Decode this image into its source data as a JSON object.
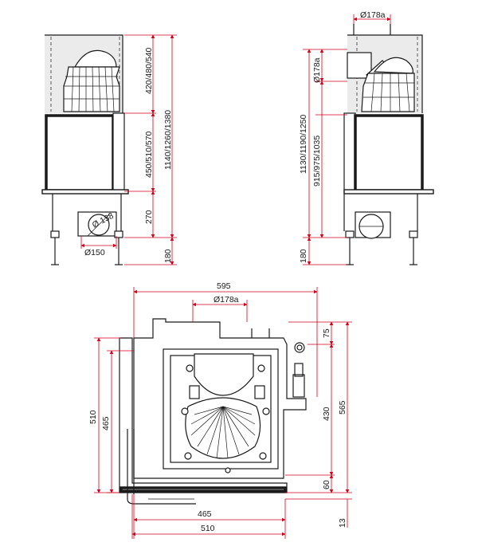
{
  "front_view": {
    "dim_top_section": "420/480/540",
    "dim_door_section": "450/510/570",
    "dim_total_height": "1140/1260/1380",
    "dim_base": "270",
    "dim_feet": "180",
    "dim_rear_outlet": "Ø 138",
    "dim_air_inlet": "Ø150"
  },
  "side_view": {
    "dim_flue_top": "Ø178a",
    "dim_flue_side": "Ø178a",
    "dim_total_height": "1130/1190/1250",
    "dim_door_section": "915/975/1035",
    "dim_feet": "180"
  },
  "plan_view": {
    "dim_overall_width": "595",
    "dim_flue": "Ø178a",
    "dim_outlet_offset": "75",
    "dim_depth_inner": "430",
    "dim_depth_total": "565",
    "dim_front": "60",
    "dim_glass_thickness": "13",
    "dim_width_inner": "465",
    "dim_width_outer": "510",
    "dim_left_depth_inner": "465",
    "dim_left_depth_outer": "510"
  }
}
